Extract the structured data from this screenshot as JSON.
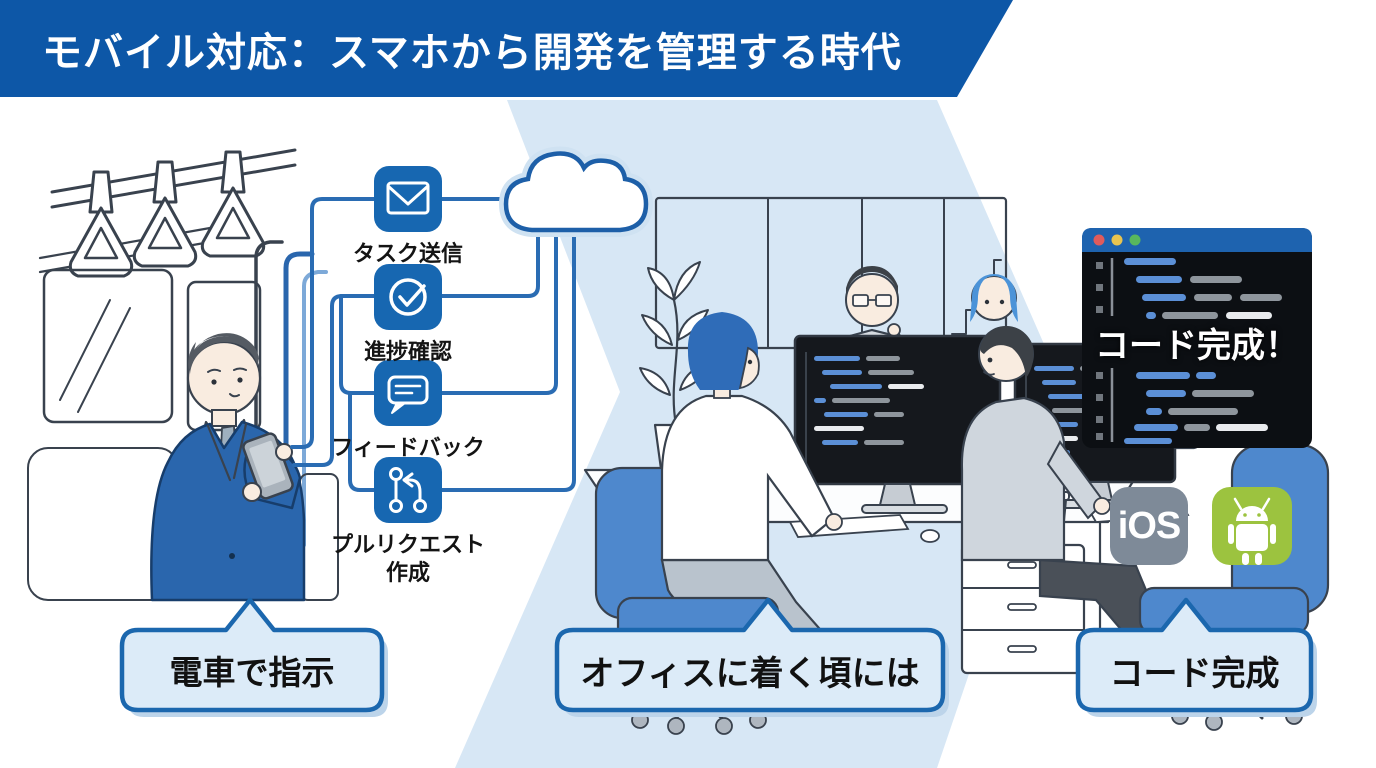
{
  "header": {
    "title": "モバイル対応：スマホから開発を管理する時代"
  },
  "flow": {
    "hub_icon": "cloud-icon",
    "items": [
      {
        "icon": "mail-icon",
        "label": "タスク送信"
      },
      {
        "icon": "check-circle-icon",
        "label": "進捗確認"
      },
      {
        "icon": "chat-feedback-icon",
        "label": "フィードバック"
      },
      {
        "icon": "pull-request-icon",
        "label": "プルリクエスト\n作成"
      }
    ]
  },
  "scenes": {
    "train": {
      "caption": "電車で指示"
    },
    "office": {
      "caption": "オフィスに着く頃には"
    },
    "result": {
      "caption": "コード完成"
    }
  },
  "code_window": {
    "overlay_text": "コード完成！",
    "window_dots": [
      "#e05b5b",
      "#e9c44f",
      "#58b75e"
    ]
  },
  "platforms": {
    "ios": {
      "label": "iOS"
    },
    "android": {
      "icon": "android-robot-icon"
    }
  },
  "colors": {
    "header_blue": "#0d57a7",
    "chevron_blue": "#d7e7f5",
    "icon_blue": "#1767b1",
    "line_blue": "#2a6cb3",
    "cloud_stroke": "#1d5fa8",
    "cloud_halo": "#cfe2f2",
    "bubble_fill": "#dcebf8",
    "bubble_border": "#1b67ae",
    "bubble_shadow": "#bcd4ea",
    "caption_text": "#111111",
    "code_bg": "#0c0f13",
    "code_titlebar": "#1e63af",
    "code_blue": "#5b8fd6",
    "code_gray": "#8e959c",
    "code_white": "#e9ebee",
    "ios_gray": "#7e8a98",
    "android_green": "#9cc33f",
    "suit_blue": "#2a66ad",
    "chair_blue": "#4e88cd",
    "outline_dark": "#39424e",
    "seat_blue": "#cfe2f2"
  }
}
